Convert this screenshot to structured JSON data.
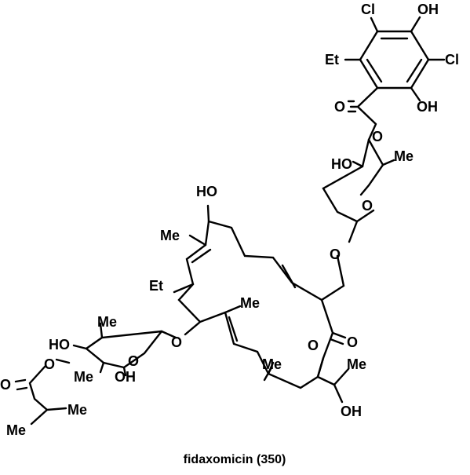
{
  "molecule": {
    "caption": "fidaxomicin (350)",
    "labels": {
      "cl1": "Cl",
      "oh1": "OH",
      "et1": "Et",
      "cl2": "Cl",
      "o_carbonyl": "O",
      "oh2": "OH",
      "o_ester": "O",
      "ho1": "HO",
      "me1": "Me",
      "o_ring1": "O",
      "ho_top": "HO",
      "me2": "Me",
      "o_link": "O",
      "et2": "Et",
      "me3": "Me",
      "ho2": "HO",
      "me4": "Me",
      "o_gly": "O",
      "o_acyl": "O",
      "me5": "Me",
      "oh3": "OH",
      "o_ring2": "O",
      "o_lac_carbonyl": "O",
      "o_lac": "O",
      "me6": "Me",
      "o_ib": "O",
      "me7": "Me",
      "me8": "Me",
      "me9": "Me",
      "oh4": "OH"
    }
  }
}
